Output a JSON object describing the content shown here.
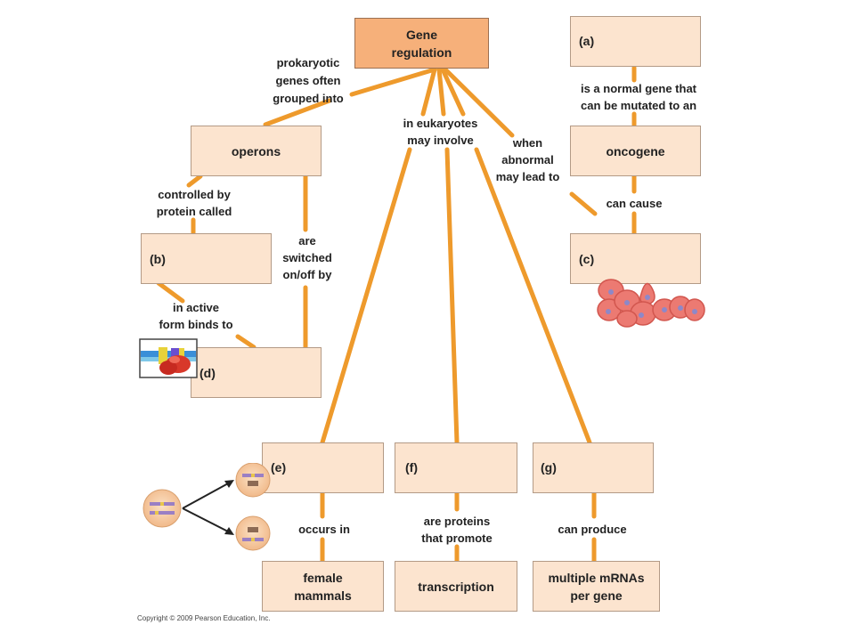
{
  "nodes": {
    "gene_regulation": "Gene\nregulation",
    "a": "(a)",
    "operons": "operons",
    "oncogene": "oncogene",
    "b": "(b)",
    "c": "(c)",
    "d": "(d)",
    "e": "(e)",
    "f": "(f)",
    "g": "(g)",
    "female_mammals": "female\nmammals",
    "transcription": "transcription",
    "multiple_mrnas": "multiple mRNAs\nper gene"
  },
  "links": {
    "prokaryotic": "prokaryotic\ngenes often\ngrouped into",
    "eukaryotes": "in eukaryotes\nmay involve",
    "abnormal": "when\nabnormal\nmay lead to",
    "normal_gene": "is a normal gene that\ncan be mutated to an",
    "controlled_by": "controlled by\nprotein called",
    "switched": "are\nswitched\non/off by",
    "can_cause": "can cause",
    "active_form": "in active\nform binds to",
    "occurs_in": "occurs in",
    "are_proteins": "are proteins\nthat promote",
    "can_produce": "can produce"
  },
  "copyright": "Copyright © 2009 Pearson Education, Inc.",
  "colors": {
    "line": "#ee9a2c",
    "box_fill": "#fce4cf",
    "main_fill": "#f6b07a",
    "cell": "#ec7a72"
  },
  "icons": [
    "dna-repressor-icon",
    "cancer-cells-icon",
    "x-inactivation-cells-icon"
  ]
}
